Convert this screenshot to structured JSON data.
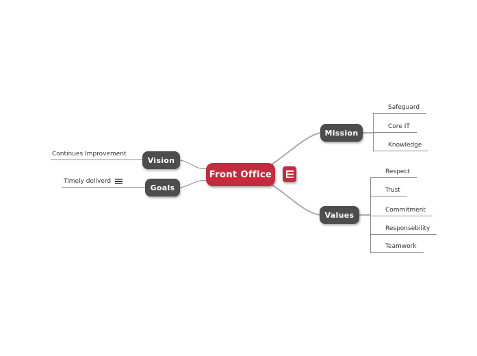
{
  "colors": {
    "root_red": "#c42c3e",
    "node_gray": "#4d4d4d",
    "branch_line": "#ababab",
    "child_line": "#8d8d8d",
    "child_text": "#333333",
    "background": "#ffffff"
  },
  "root": {
    "label": "Front Office",
    "menu_icon": "list-icon"
  },
  "branches": [
    {
      "id": "vision",
      "label": "Vision",
      "side": "left",
      "children": [
        {
          "label": "Continues Improvement"
        }
      ]
    },
    {
      "id": "goals",
      "label": "Goals",
      "side": "left",
      "children": [
        {
          "label": "Timely deliverd",
          "icon": "hamburger-icon"
        }
      ]
    },
    {
      "id": "mission",
      "label": "Mission",
      "side": "right",
      "children": [
        {
          "label": "Safeguard"
        },
        {
          "label": "Core IT"
        },
        {
          "label": "Knowledge"
        }
      ]
    },
    {
      "id": "values",
      "label": "Values",
      "side": "right",
      "children": [
        {
          "label": "Respect"
        },
        {
          "label": "Trust"
        },
        {
          "label": "Commitment"
        },
        {
          "label": "Responsebility"
        },
        {
          "label": "Teamwork"
        }
      ]
    }
  ]
}
